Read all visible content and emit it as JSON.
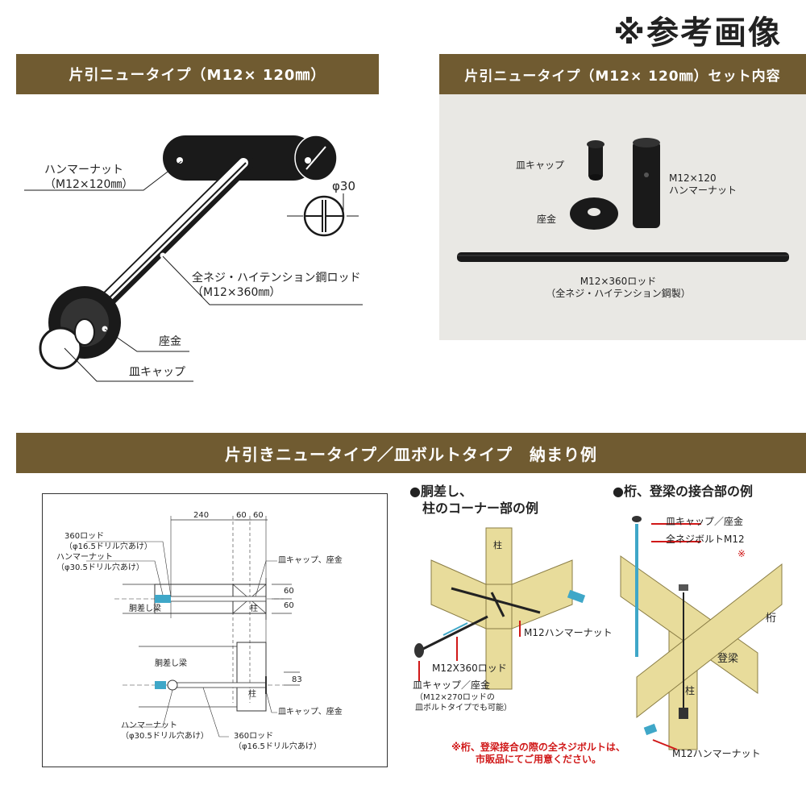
{
  "reference_note": "※参考画像",
  "banners": {
    "product": "片引ニュータイプ（M12× 120㎜）",
    "set_contents": "片引ニュータイプ（M12× 120㎜）セット内容",
    "example": "片引きニュータイプ／皿ボルトタイプ　納まり例"
  },
  "product_diagram": {
    "hammer_nut_1": "ハンマーナット",
    "hammer_nut_2": "（M12×120㎜）",
    "diameter": "φ30",
    "rod_1": "全ネジ・ハイテンション鋼ロッド",
    "rod_2": "（M12×360㎜）",
    "washer": "座金",
    "cap": "皿キャップ"
  },
  "set_photo": {
    "cap": "皿キャップ",
    "washer": "座金",
    "nut_1": "M12×120",
    "nut_2": "ハンマーナット",
    "rod_1": "M12×360ロッド",
    "rod_2": "（全ネジ・ハイテンション鋼製）"
  },
  "drawing": {
    "dim_240": "240",
    "dim_60a": "60",
    "dim_60b": "60",
    "dim_v60a": "60",
    "dim_v60b": "60",
    "dim_v83": "83",
    "rod_a1": "360ロッド",
    "rod_a2": "（φ16.5ドリル穴あけ）",
    "nut_a1": "ハンマーナット",
    "nut_a2": "（φ30.5ドリル穴あけ）",
    "beam_a": "胴差し梁",
    "post_a": "柱",
    "cap_a": "皿キャップ、座金",
    "beam_b": "胴差し梁",
    "post_b": "柱",
    "cap_b": "皿キャップ、座金",
    "nut_b1": "ハンマーナット",
    "nut_b2": "（φ30.5ドリル穴あけ）",
    "rod_b1": "360ロッド",
    "rod_b2": "（φ16.5ドリル穴あけ）"
  },
  "example_left": {
    "heading_1": "●胴差し、",
    "heading_2": "柱のコーナー部の例",
    "post": "柱",
    "nut": "M12ハンマーナット",
    "rod": "M12X360ロッド",
    "cap": "皿キャップ／座金",
    "note_1": "（M12×270ロッドの",
    "note_2": "皿ボルトタイプでも可能）"
  },
  "example_right": {
    "heading": "●桁、登梁の接合部の例",
    "cap": "皿キャップ／座金",
    "bolt": "全ネジボルトM12",
    "mark": "※",
    "girder": "桁",
    "rafter": "登梁",
    "post": "柱",
    "nut": "M12ハンマーナット"
  },
  "footnote": {
    "line_1": "※桁、登梁接合の際の全ネジボルトは、",
    "line_2": "市販品にてご用意ください。"
  },
  "colors": {
    "banner": "#705b31",
    "wood": "#e8dc9b",
    "accent_red": "#d01818",
    "rod_blue": "#3fa7c8"
  }
}
